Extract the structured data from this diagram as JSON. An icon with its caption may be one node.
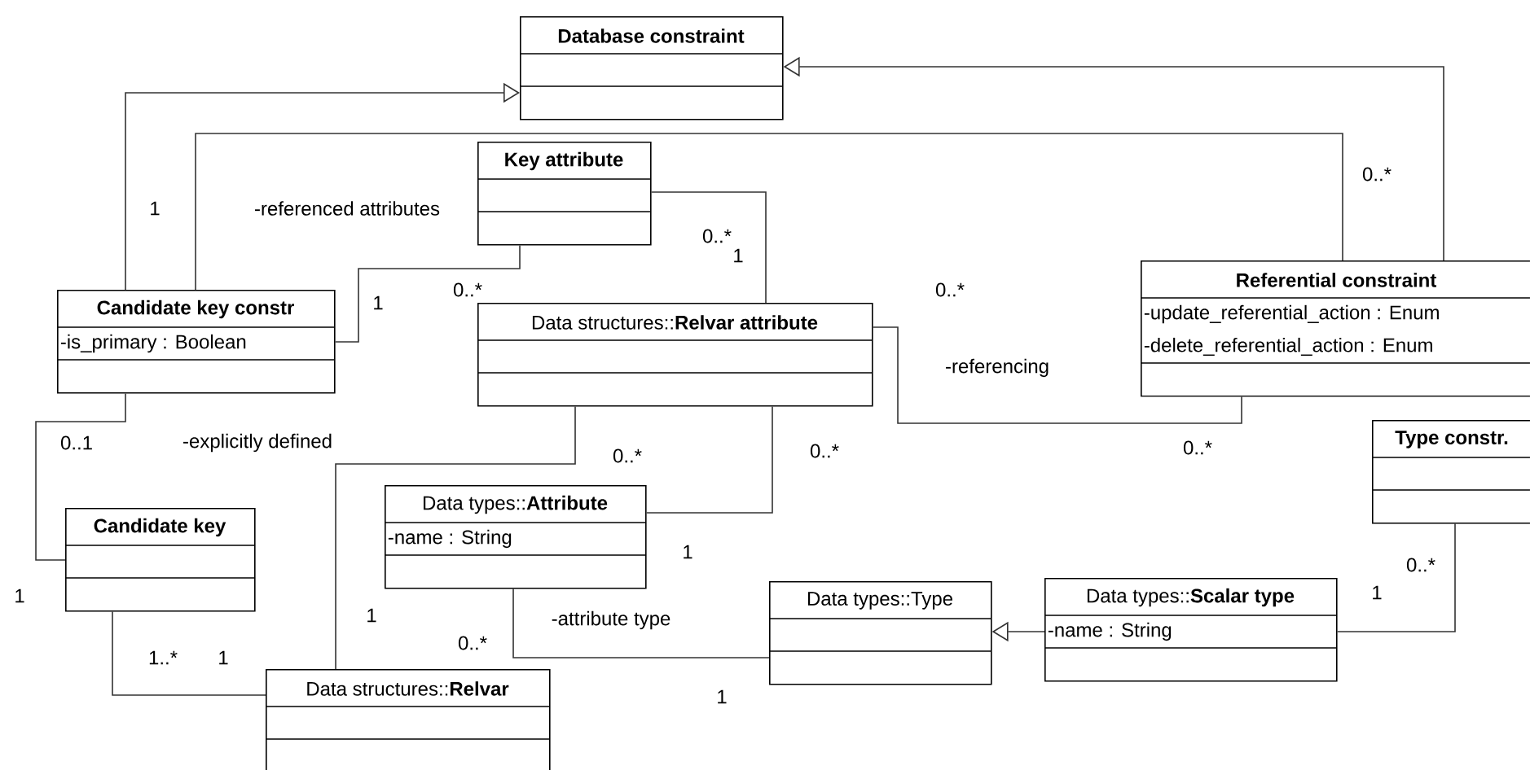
{
  "diagram": {
    "nodes": [
      {
        "text": [
          "**Database constraint**"
        ]
      },
      {
        "text": [
          "**Key attribute**"
        ]
      },
      {
        "text": [
          "**Candidate key constr**",
          "-is_primary : Boolean"
        ]
      },
      {
        "text": [
          "Data structures::**Relvar attribute**"
        ]
      },
      {
        "text": [
          "**Referential constraint**",
          "-update_referential_action : Enum",
          "-delete_referential_action : Enum"
        ]
      },
      {
        "text": [
          "**Type constr.**"
        ]
      },
      {
        "text": [
          "**Candidate key**"
        ]
      },
      {
        "text": [
          "Data types::**Attribute**",
          "-name : String"
        ]
      },
      {
        "text": [
          "Data types::Type"
        ]
      },
      {
        "text": [
          "Data types::**Scalar type**",
          "-name : String"
        ]
      },
      {
        "text": [
          "Data structures::**Relvar**"
        ]
      }
    ],
    "edges": [
      {
        "from": 2,
        "to": 0,
        "arrow": "to"
      },
      {
        "from": 4,
        "to": 0,
        "arrow": "to"
      },
      {
        "from": 2,
        "to": 4,
        "arrow": "none"
      },
      {
        "from": 1,
        "to": 3,
        "arrow": "none"
      },
      {
        "from": 1,
        "to": 2,
        "arrow": "none"
      },
      {
        "from": 3,
        "to": 4,
        "arrow": "none"
      },
      {
        "from": 2,
        "to": 6,
        "arrow": "none"
      },
      {
        "from": 6,
        "to": 10,
        "arrow": "none"
      },
      {
        "from": 3,
        "to": 10,
        "arrow": "none"
      },
      {
        "from": 3,
        "to": 7,
        "arrow": "none"
      },
      {
        "from": 7,
        "to": 8,
        "arrow": "none"
      },
      {
        "from": 9,
        "to": 8,
        "arrow": "to"
      },
      {
        "from": 9,
        "to": 5,
        "arrow": "none"
      }
    ],
    "labels": [
      "0..*",
      "1",
      "-referenced attributes",
      "0..*",
      "1",
      "0..*",
      "0..*",
      "1",
      "-referencing",
      "0..1",
      "-explicitly defined",
      "0..*",
      "0..*",
      "0..*",
      "1",
      "0..*",
      "1",
      "1",
      "1",
      "-attribute type",
      "0..*",
      "1..*",
      "1",
      "1"
    ]
  }
}
